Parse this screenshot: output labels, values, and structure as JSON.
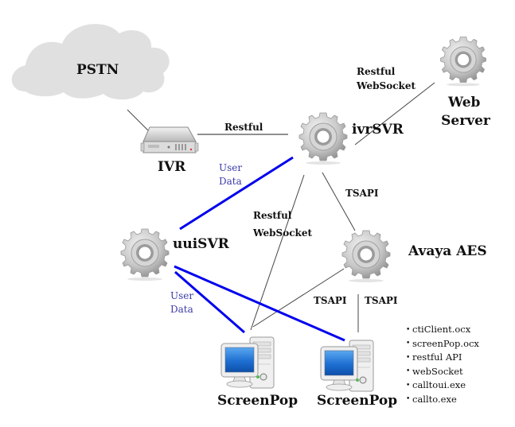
{
  "diagram": {
    "nodes": {
      "pstn": {
        "label": "PSTN",
        "icon": "cloud-icon"
      },
      "ivr": {
        "label": "IVR",
        "icon": "server-icon"
      },
      "ivrsvr": {
        "label": "ivrSVR",
        "icon": "gear-icon"
      },
      "webserver": {
        "label_line1": "Web",
        "label_line2": "Server",
        "icon": "gear-icon"
      },
      "uuisvr": {
        "label": "uuiSVR",
        "icon": "gear-icon"
      },
      "avaya_aes": {
        "label": "Avaya AES",
        "icon": "gear-icon"
      },
      "screenpop1": {
        "label": "ScreenPop",
        "icon": "desktop-computer-icon"
      },
      "screenpop2": {
        "label": "ScreenPop",
        "icon": "desktop-computer-icon"
      }
    },
    "edges": [
      {
        "from": "pstn",
        "to": "ivr",
        "label": "",
        "style": "thin-black"
      },
      {
        "from": "ivr",
        "to": "ivrsvr",
        "label": "Restful",
        "style": "thin-black"
      },
      {
        "from": "ivrsvr",
        "to": "webserver",
        "label_line1": "Restful",
        "label_line2": "WebSocket",
        "style": "thin-black"
      },
      {
        "from": "ivrsvr",
        "to": "uuisvr",
        "label_line1": "User",
        "label_line2": "Data",
        "style": "thick-blue"
      },
      {
        "from": "ivrsvr",
        "to": "screenpop1",
        "label_line1": "Restful",
        "label_line2": "WebSocket",
        "style": "thin-black"
      },
      {
        "from": "ivrsvr",
        "to": "avaya_aes",
        "label": "TSAPI",
        "style": "thin-black"
      },
      {
        "from": "uuisvr",
        "to": "screenpop1",
        "label_line1": "User",
        "label_line2": "Data",
        "style": "thick-blue"
      },
      {
        "from": "uuisvr",
        "to": "screenpop2",
        "label": "",
        "style": "thick-blue"
      },
      {
        "from": "avaya_aes",
        "to": "screenpop1",
        "label": "TSAPI",
        "style": "thin-black"
      },
      {
        "from": "avaya_aes",
        "to": "screenpop2",
        "label": "TSAPI",
        "style": "thin-black"
      }
    ],
    "components_list": [
      "ctiClient.ocx",
      "screenPop.ocx",
      "restful API",
      "webSocket",
      "calltoui.exe",
      "callto.exe"
    ],
    "colors": {
      "user_data_line": "#0000ee",
      "user_data_text": "#3a3aa8",
      "cloud": "#e0e0e0",
      "thin_line": "#444444",
      "monitor_screen": "#1a6fd0"
    }
  }
}
